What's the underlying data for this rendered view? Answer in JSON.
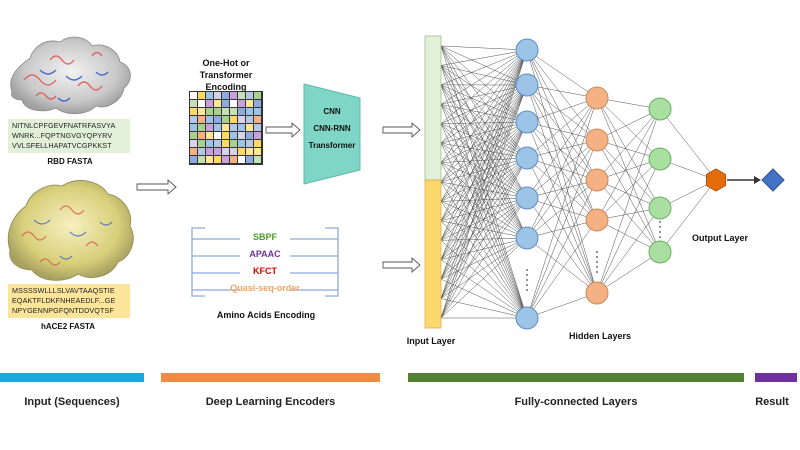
{
  "sequences": {
    "rbd": {
      "lines": [
        "NITNLCPFGEVFNATRFASVYA",
        "WNRK...FQPTNGVGYQPYRV",
        "VVLSFELLHAPATVCGPKKST"
      ],
      "label": "RBD FASTA",
      "box_color": "#e2efd9"
    },
    "hace2": {
      "lines": [
        "MSSSSWLLLSLVAVTAAQSTIE",
        "EQAKTFLDKFNHEAEDLF...GE",
        "NPYGENNPGFQNTDDVQTSF"
      ],
      "label": "hACE2 FASTA",
      "box_color": "#fce59b"
    }
  },
  "encoders": {
    "onehot_label": "One-Hot or Transformer Encoding",
    "models": [
      "CNN",
      "CNN-RNN",
      "Transformer"
    ],
    "model_color": "#7fd6c6",
    "amino_methods": [
      {
        "name": "SBPF",
        "color": "#4e9a2a"
      },
      {
        "name": "APAAC",
        "color": "#7030a0"
      },
      {
        "name": "KFCT",
        "color": "#e00000"
      },
      {
        "name": "Quasi-seq-order",
        "color": "#f4a460"
      }
    ],
    "amino_label": "Amino Acids Encoding"
  },
  "network": {
    "input_label": "Input Layer",
    "hidden_label": "Hidden Layers",
    "output_label": "Output Layer",
    "colors": {
      "input_top": "#e2efd9",
      "input_bottom": "#fbd86b",
      "hidden1": "#9dc3e6",
      "hidden2": "#f4b183",
      "hidden3": "#a9dfa0",
      "hex": "#e46c0a",
      "diamond": "#4472c4"
    }
  },
  "stages": [
    {
      "label": "Input (Sequences)",
      "color": "#1ca7e0"
    },
    {
      "label": "Deep Learning Encoders",
      "color": "#f08b43"
    },
    {
      "label": "Fully-connected Layers",
      "color": "#548235"
    },
    {
      "label": "Result",
      "color": "#7030a0"
    }
  ]
}
